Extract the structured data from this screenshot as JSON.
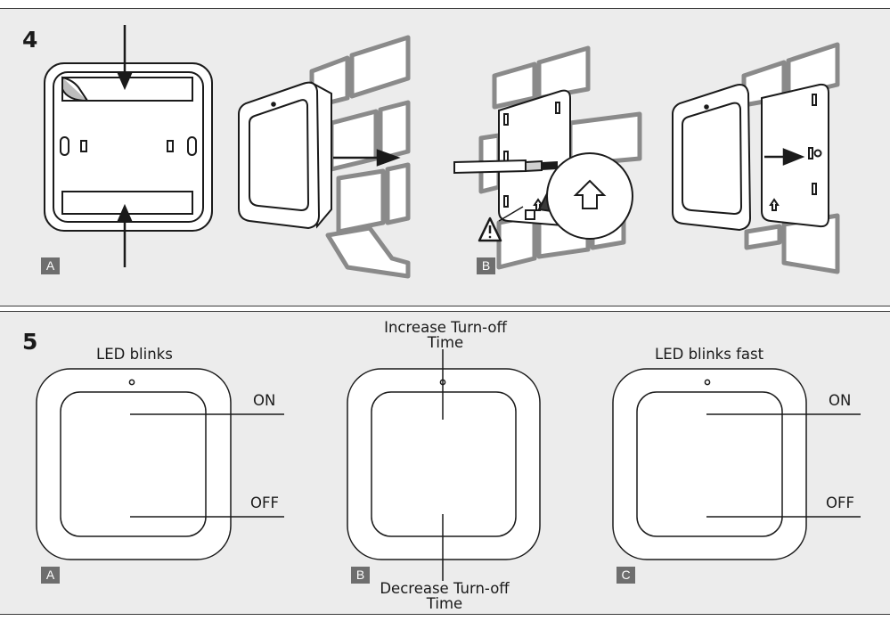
{
  "step4": {
    "number": "4",
    "badge_a": "A",
    "badge_b": "B"
  },
  "step5": {
    "number": "5",
    "panel_a": {
      "badge": "A",
      "led": "LED blinks",
      "on": "ON",
      "off": "OFF"
    },
    "panel_b": {
      "badge": "B",
      "increase_line1": "Increase Turn-off",
      "increase_line2": "Time",
      "decrease_line1": "Decrease Turn-off",
      "decrease_line2": "Time"
    },
    "panel_c": {
      "badge": "C",
      "led": "LED blinks fast",
      "on": "ON",
      "off": "OFF"
    }
  },
  "icons": [
    "peel-corner-icon",
    "arrow-down-icon",
    "arrow-up-icon",
    "arrow-right-icon",
    "screwdriver-icon",
    "warning-icon",
    "arrow-up-outline-icon"
  ],
  "colors": {
    "panel_bg": "#ececec",
    "badge_bg": "#6e6e6e",
    "brick": "#9a9a9a"
  }
}
